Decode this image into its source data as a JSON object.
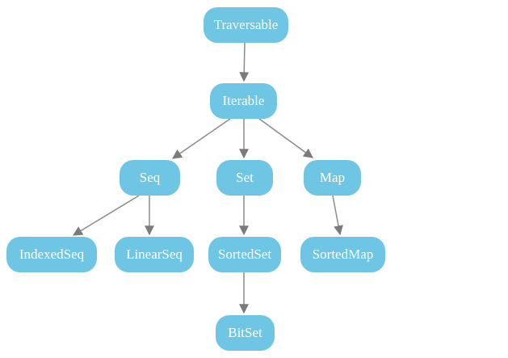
{
  "diagram": {
    "nodes": {
      "traversable": {
        "label": "Traversable"
      },
      "iterable": {
        "label": "Iterable"
      },
      "seq": {
        "label": "Seq"
      },
      "set": {
        "label": "Set"
      },
      "map": {
        "label": "Map"
      },
      "indexedseq": {
        "label": "IndexedSeq"
      },
      "linearseq": {
        "label": "LinearSeq"
      },
      "sortedset": {
        "label": "SortedSet"
      },
      "sortedmap": {
        "label": "SortedMap"
      },
      "bitset": {
        "label": "BitSet"
      }
    },
    "edges": [
      {
        "from": "Traversable",
        "to": "Iterable"
      },
      {
        "from": "Iterable",
        "to": "Seq"
      },
      {
        "from": "Iterable",
        "to": "Set"
      },
      {
        "from": "Iterable",
        "to": "Map"
      },
      {
        "from": "Seq",
        "to": "IndexedSeq"
      },
      {
        "from": "Seq",
        "to": "LinearSeq"
      },
      {
        "from": "Set",
        "to": "SortedSet"
      },
      {
        "from": "Map",
        "to": "SortedMap"
      },
      {
        "from": "SortedSet",
        "to": "BitSet"
      }
    ],
    "colors": {
      "node_fill": "#6FC6E4",
      "node_text": "#FFFFFF",
      "edge": "#8B8B8B",
      "arrowhead": "#7B7B7B",
      "background": "#FFFFFF"
    }
  }
}
